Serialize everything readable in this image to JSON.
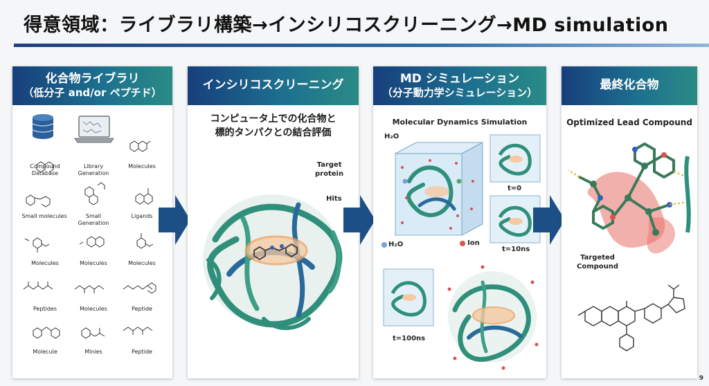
{
  "title": "得意領域：ライブラリ構築→インシリコスクリーニング→MD simulation",
  "page_number": "9",
  "panels": {
    "library": {
      "head_line1": "化合物ライブラリ",
      "head_line2": "（低分子 and/or ペプチド）",
      "items": [
        {
          "line1": "Compound",
          "line2": "Database"
        },
        {
          "line1": "Library",
          "line2": "Generation"
        },
        {
          "line1": "Molecules",
          "line2": ""
        },
        {
          "line1": "Small molecules",
          "line2": ""
        },
        {
          "line1": "Small",
          "line2": "Generation"
        },
        {
          "line1": "Ligands",
          "line2": ""
        },
        {
          "line1": "Molecules",
          "line2": ""
        },
        {
          "line1": "Molecules",
          "line2": ""
        },
        {
          "line1": "Molecules",
          "line2": ""
        },
        {
          "line1": "Peptides",
          "line2": ""
        },
        {
          "line1": "Molecules",
          "line2": ""
        },
        {
          "line1": "Peptide",
          "line2": ""
        },
        {
          "line1": "Molecule",
          "line2": ""
        },
        {
          "line1": "Minies",
          "line2": ""
        },
        {
          "line1": "Peptide",
          "line2": ""
        }
      ]
    },
    "screening": {
      "head": "インシリコスクリーニング",
      "caption_line1": "コンピュータ上での化合物と",
      "caption_line2": "標的タンパクとの結合評価",
      "label_target_line1": "Target",
      "label_target_line2": "protein",
      "label_hits": "Hits"
    },
    "md": {
      "head_line1": "MD シミュレーション",
      "head_line2": "（分子動力学シミュレーション）",
      "subtitle": "Molecular Dynamics Simulation",
      "label_h2o_top": "H₂O",
      "label_h2o_bottom": "H₂O",
      "label_ion": "Ion",
      "label_t0": "t=0",
      "label_t10": "t=10ns",
      "label_t100": "t=100ns"
    },
    "final": {
      "head": "最終化合物",
      "subtitle": "Optimized Lead Compound",
      "label_targeted_line1": "Targeted",
      "label_targeted_line2": "Compound"
    }
  },
  "colors": {
    "head_start": "#173f7c",
    "head_end": "#2a8b86",
    "arrow": "#1c4f86",
    "protein": "#2f8f7a",
    "protein_dark": "#2a6a9a",
    "hit_glow": "#f0a060",
    "water_box": "#cfe6f5",
    "pocket": "#e8706a"
  }
}
